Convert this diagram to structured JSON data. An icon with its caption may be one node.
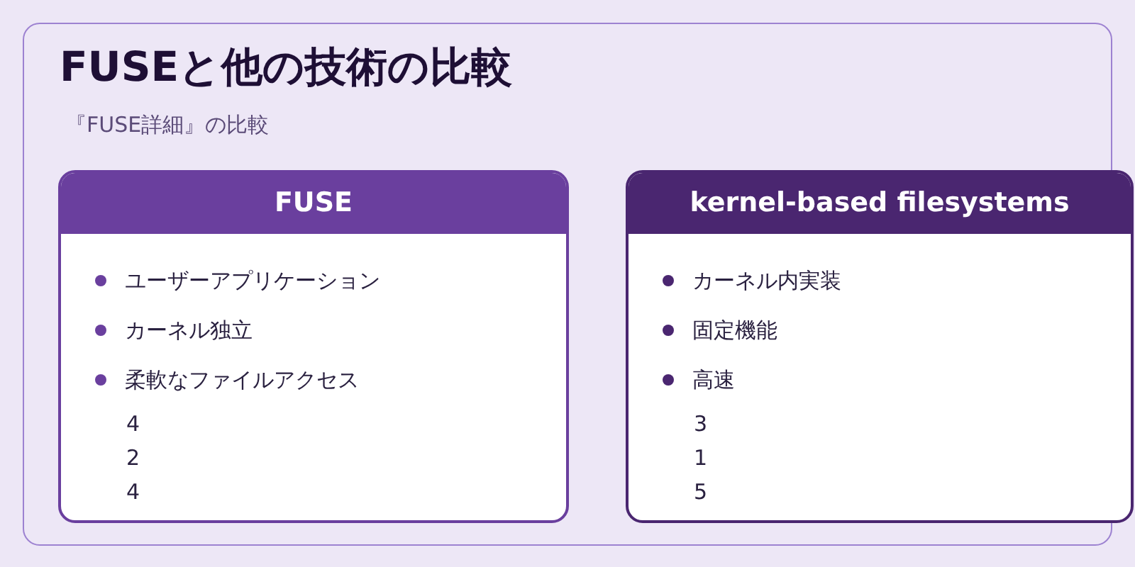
{
  "diagram": {
    "title": "FUSEと他の技術の比較",
    "nodes": [
      {
        "text": [
          "FUSE",
          "ユーザーアプリケーション",
          "カーネル独立",
          "柔軟なファイルアクセス"
        ]
      },
      {
        "text": [
          "kernel-based filesystems",
          "カーネル内実装",
          "固定機能",
          "高速"
        ]
      }
    ],
    "labels": [
      "『FUSE詳細』の比較",
      "4",
      "2",
      "4",
      "3",
      "1",
      "5"
    ]
  }
}
